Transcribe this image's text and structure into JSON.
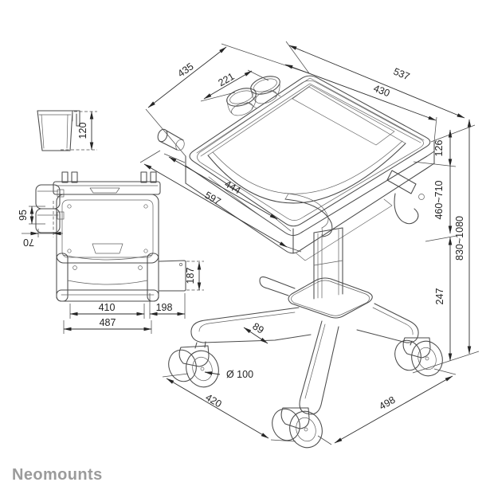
{
  "brand": {
    "logo_text": "Neomounts"
  },
  "colors": {
    "background": "#ffffff",
    "drawing_line": "#4a4a4a",
    "dimension_text": "#242424",
    "logo_text": "#9b9b9b"
  },
  "dimensions": {
    "d435": "435",
    "d221": "221",
    "d537": "537",
    "d430": "430",
    "d120": "120",
    "d126": "126",
    "d460_710": "460~710",
    "d830_1080": "830~1080",
    "d247": "247",
    "d444": "444",
    "d597": "597",
    "d95": "95",
    "d70": "70",
    "d187": "187",
    "d410": "410",
    "d198": "198",
    "d487": "487",
    "d89": "89",
    "d100": "Ø 100",
    "d420": "420",
    "d498": "498"
  }
}
